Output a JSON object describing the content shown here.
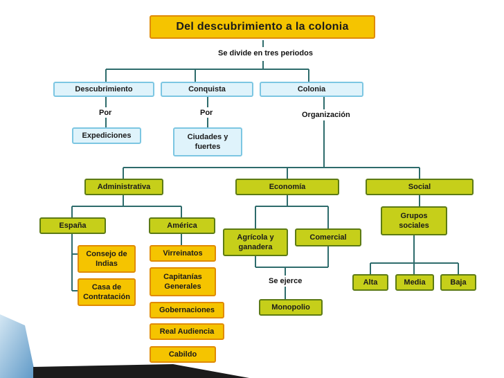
{
  "title": "Del descubrimiento a la colonia",
  "labels": {
    "divide": "Se divide en tres periodos",
    "por1": "Por",
    "por2": "Por",
    "organizacion": "Organización",
    "se_ejerce": "Se ejerce"
  },
  "periods": {
    "descubrimiento": "Descubrimiento",
    "conquista": "Conquista",
    "colonia": "Colonia"
  },
  "items": {
    "expediciones": "Expediciones",
    "ciudades": "Ciudades y fuertes"
  },
  "organization": {
    "administrativa": "Administrativa",
    "economia": "Economía",
    "social": "Social"
  },
  "admin": {
    "espana": "España",
    "america": "América",
    "consejo": "Consejo de Indias",
    "casa": "Casa de Contratación",
    "virreinatos": "Virreinatos",
    "capitanias": "Capitanías Generales",
    "gobernaciones": "Gobernaciones",
    "audiencia": "Real Audiencia",
    "cabildo": "Cabildo"
  },
  "economy": {
    "agricola": "Agrícola y ganadera",
    "comercial": "Comercial",
    "monopolio": "Monopolio"
  },
  "social": {
    "grupos": "Grupos sociales",
    "alta": "Alta",
    "media": "Media",
    "baja": "Baja"
  },
  "colors": {
    "title_fill": "#f5c400",
    "blue_fill": "#dff3fb",
    "olive_fill": "#c6cf1a",
    "connector": "#2d6b6b"
  }
}
